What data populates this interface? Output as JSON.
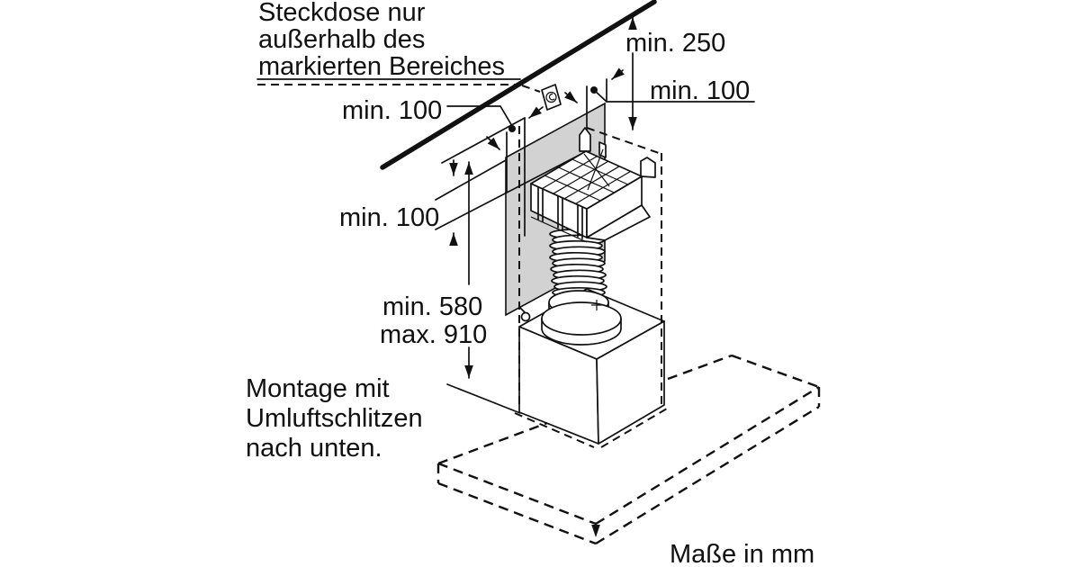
{
  "diagram": {
    "units_note": "Maße in mm",
    "socket_note": {
      "line1": "Steckdose nur",
      "line2": "außerhalb des",
      "line3": "markierten Bereiches"
    },
    "mounting_note": {
      "line1": "Montage mit",
      "line2": "Umluftschlitzen",
      "line3": "nach unten."
    },
    "dimensions": {
      "ceiling_distance": "min. 250",
      "right_clearance": "min. 100",
      "marked_area_clearance": "min. 100",
      "ceiling_gap": "min. 100",
      "chimney_height_min": "min. 580",
      "chimney_height_max": "max. 910"
    },
    "colors": {
      "marked_area_fill": "#d2d2d2",
      "line": "#111111",
      "background": "#ffffff"
    }
  }
}
